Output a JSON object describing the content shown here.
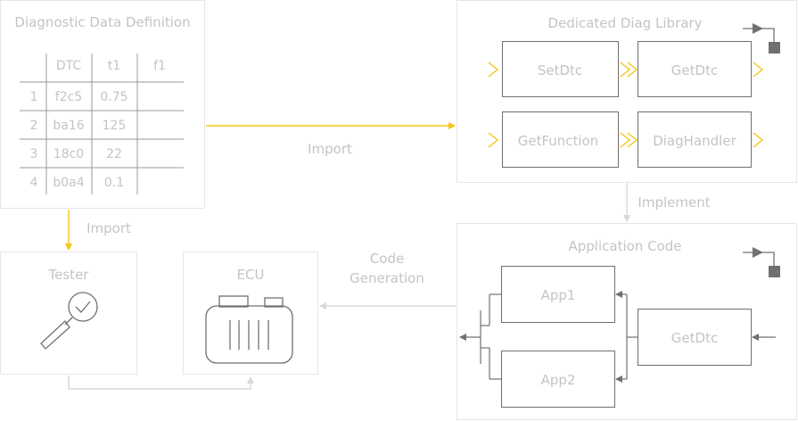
{
  "panels": {
    "definition": {
      "title": "Diagnostic Data Definition"
    },
    "library": {
      "title": "Dedicated Diag Library"
    },
    "tester": {
      "title": "Tester"
    },
    "ecu": {
      "title": "ECU"
    },
    "app_code": {
      "title": "Application Code"
    }
  },
  "table": {
    "headers": [
      "DTC",
      "t1",
      "f1"
    ],
    "rows": [
      {
        "num": "1",
        "dtc": "f2c5",
        "t1": "0.75",
        "f1": ""
      },
      {
        "num": "2",
        "dtc": "ba16",
        "t1": "125",
        "f1": ""
      },
      {
        "num": "3",
        "dtc": "18c0",
        "t1": "22",
        "f1": ""
      },
      {
        "num": "4",
        "dtc": "b0a4",
        "t1": "0.1",
        "f1": ""
      }
    ]
  },
  "library_blocks": [
    "SetDtc",
    "GetDtc",
    "GetFunction",
    "DiagHandler"
  ],
  "app_blocks": {
    "app1": "App1",
    "app2": "App2",
    "getdtc": "GetDtc"
  },
  "labels": {
    "import_right": "Import",
    "import_down": "Import",
    "implement": "Implement",
    "code_generation_1": "Code",
    "code_generation_2": "Generation"
  },
  "colors": {
    "accent": "#f5c518",
    "panel_border": "#e6e6e6",
    "block_border": "#6f6f6f",
    "label_text": "#c4c4c4",
    "arrow_gray": "#d8d8d8",
    "icon_gray": "#707070"
  }
}
